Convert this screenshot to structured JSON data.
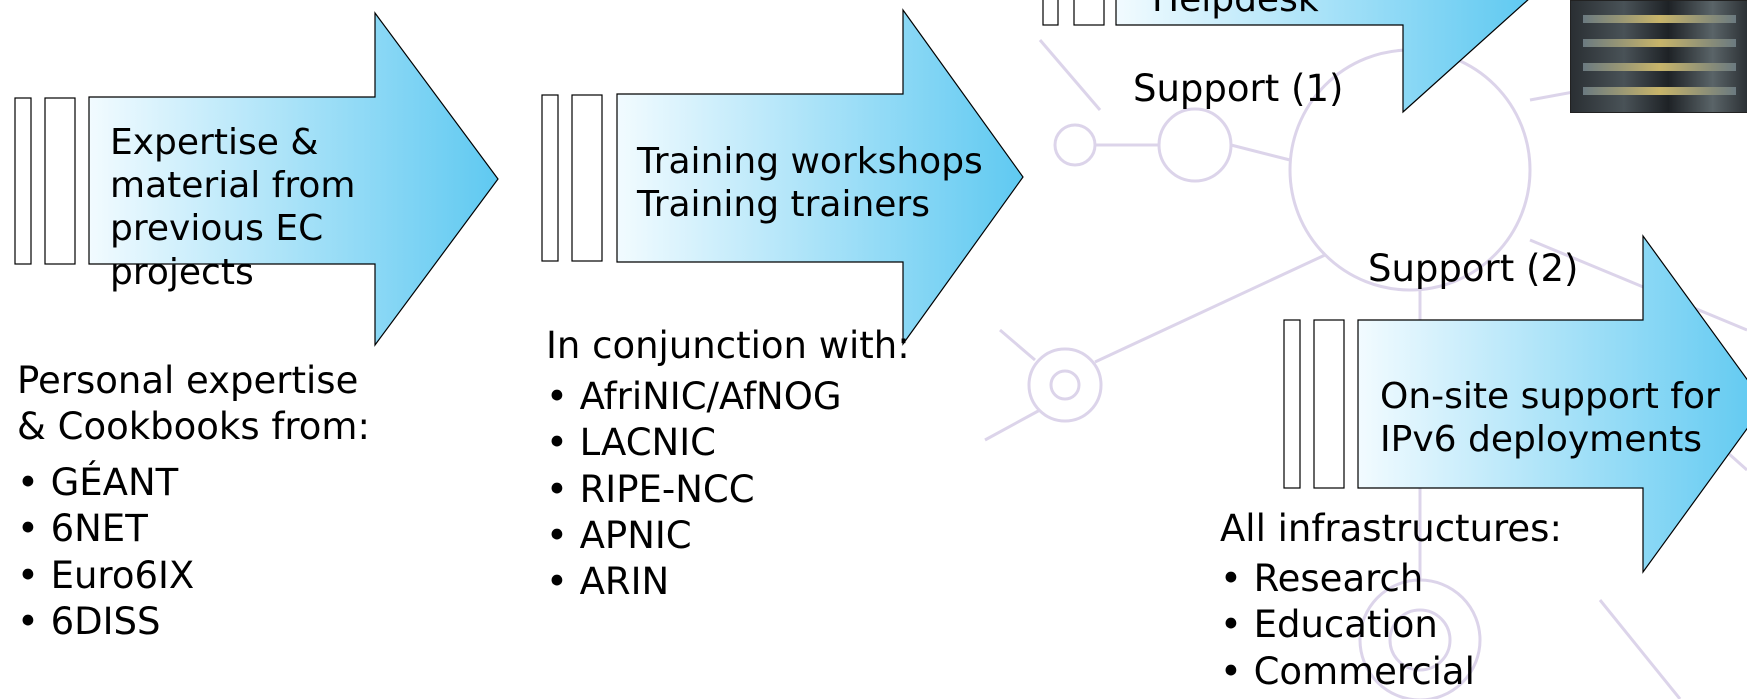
{
  "colors": {
    "arrow_fill_light": "#f2fbff",
    "arrow_fill_dark": "#5fc9f1",
    "watermark": "#dcd4ea"
  },
  "arrows": {
    "expertise": {
      "label": "Expertise & material from previous EC projects"
    },
    "training": {
      "label_line1": "Training workshops",
      "label_line2": "Training trainers"
    },
    "helpdesk": {
      "label": "Helpdesk"
    },
    "onsite": {
      "label_line1": "On-site support for",
      "label_line2": "IPv6 deployments"
    }
  },
  "support1": {
    "label": "Support (1)"
  },
  "support2": {
    "label": "Support (2)"
  },
  "personal": {
    "heading_line1": "Personal expertise",
    "heading_line2": "& Cookbooks from:",
    "items": [
      "GÉANT",
      "6NET",
      "Euro6IX",
      "6DISS"
    ]
  },
  "conjunction": {
    "heading": "In conjunction with:",
    "items": [
      "AfriNIC/AfNOG",
      "LACNIC",
      "RIPE-NCC",
      "APNIC",
      "ARIN"
    ]
  },
  "infrastructures": {
    "heading": "All infrastructures:",
    "items": [
      "Research",
      "Education",
      "Commercial"
    ]
  },
  "photo": {
    "icon": "server-rack-photo"
  }
}
